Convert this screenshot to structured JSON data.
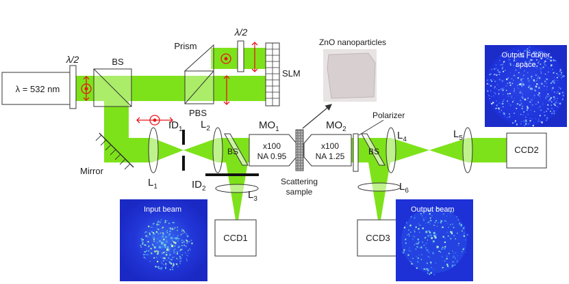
{
  "laser": {
    "label": "λ = 532 nm"
  },
  "components": {
    "half_wave_1": {
      "label": "λ/2"
    },
    "half_wave_2": {
      "label": "λ/2"
    },
    "beam_splitter": {
      "label": "BS"
    },
    "prism": {
      "label": "Prism"
    },
    "pbs": {
      "label": "PBS"
    },
    "slm": {
      "label": "SLM"
    },
    "mirror": {
      "label": "Mirror"
    },
    "lens_1": {
      "label": "L",
      "sub": "1"
    },
    "iris_1": {
      "label": "ID",
      "sub": "1"
    },
    "lens_2": {
      "label": "L",
      "sub": "2"
    },
    "bs_2": {
      "label": "BS"
    },
    "iris_2": {
      "label": "ID",
      "sub": "2"
    },
    "lens_3": {
      "label": "L",
      "sub": "3"
    },
    "mo_1": {
      "label": "MO",
      "sub": "1",
      "line1": "x100",
      "line2": "NA 0.95"
    },
    "sample": {
      "line1": "Scattering",
      "line2": "sample"
    },
    "nanoparticles": {
      "label": "ZnO nanoparticles"
    },
    "mo_2": {
      "label": "MO",
      "sub": "2",
      "line1": "x100",
      "line2": "NA 1.25"
    },
    "polarizer": {
      "label": "Polarizer"
    },
    "bs_3": {
      "label": "BS"
    },
    "lens_4": {
      "label": "L",
      "sub": "4"
    },
    "lens_5": {
      "label": "L",
      "sub": "5"
    },
    "lens_6": {
      "label": "L",
      "sub": "6"
    },
    "ccd1": {
      "label": "CCD1"
    },
    "ccd2": {
      "label": "CCD2"
    },
    "ccd3": {
      "label": "CCD3"
    }
  },
  "panels": {
    "input_beam": {
      "label": "Input beam"
    },
    "output_beam": {
      "label": "Output beam"
    },
    "output_fourier": {
      "line1": "Output Fourier",
      "line2": "space"
    }
  },
  "colors": {
    "beam": "#7ee21a",
    "speckle_bg": "#1c2fd6",
    "polarization": "#e8141c",
    "stroke": "#333333"
  }
}
